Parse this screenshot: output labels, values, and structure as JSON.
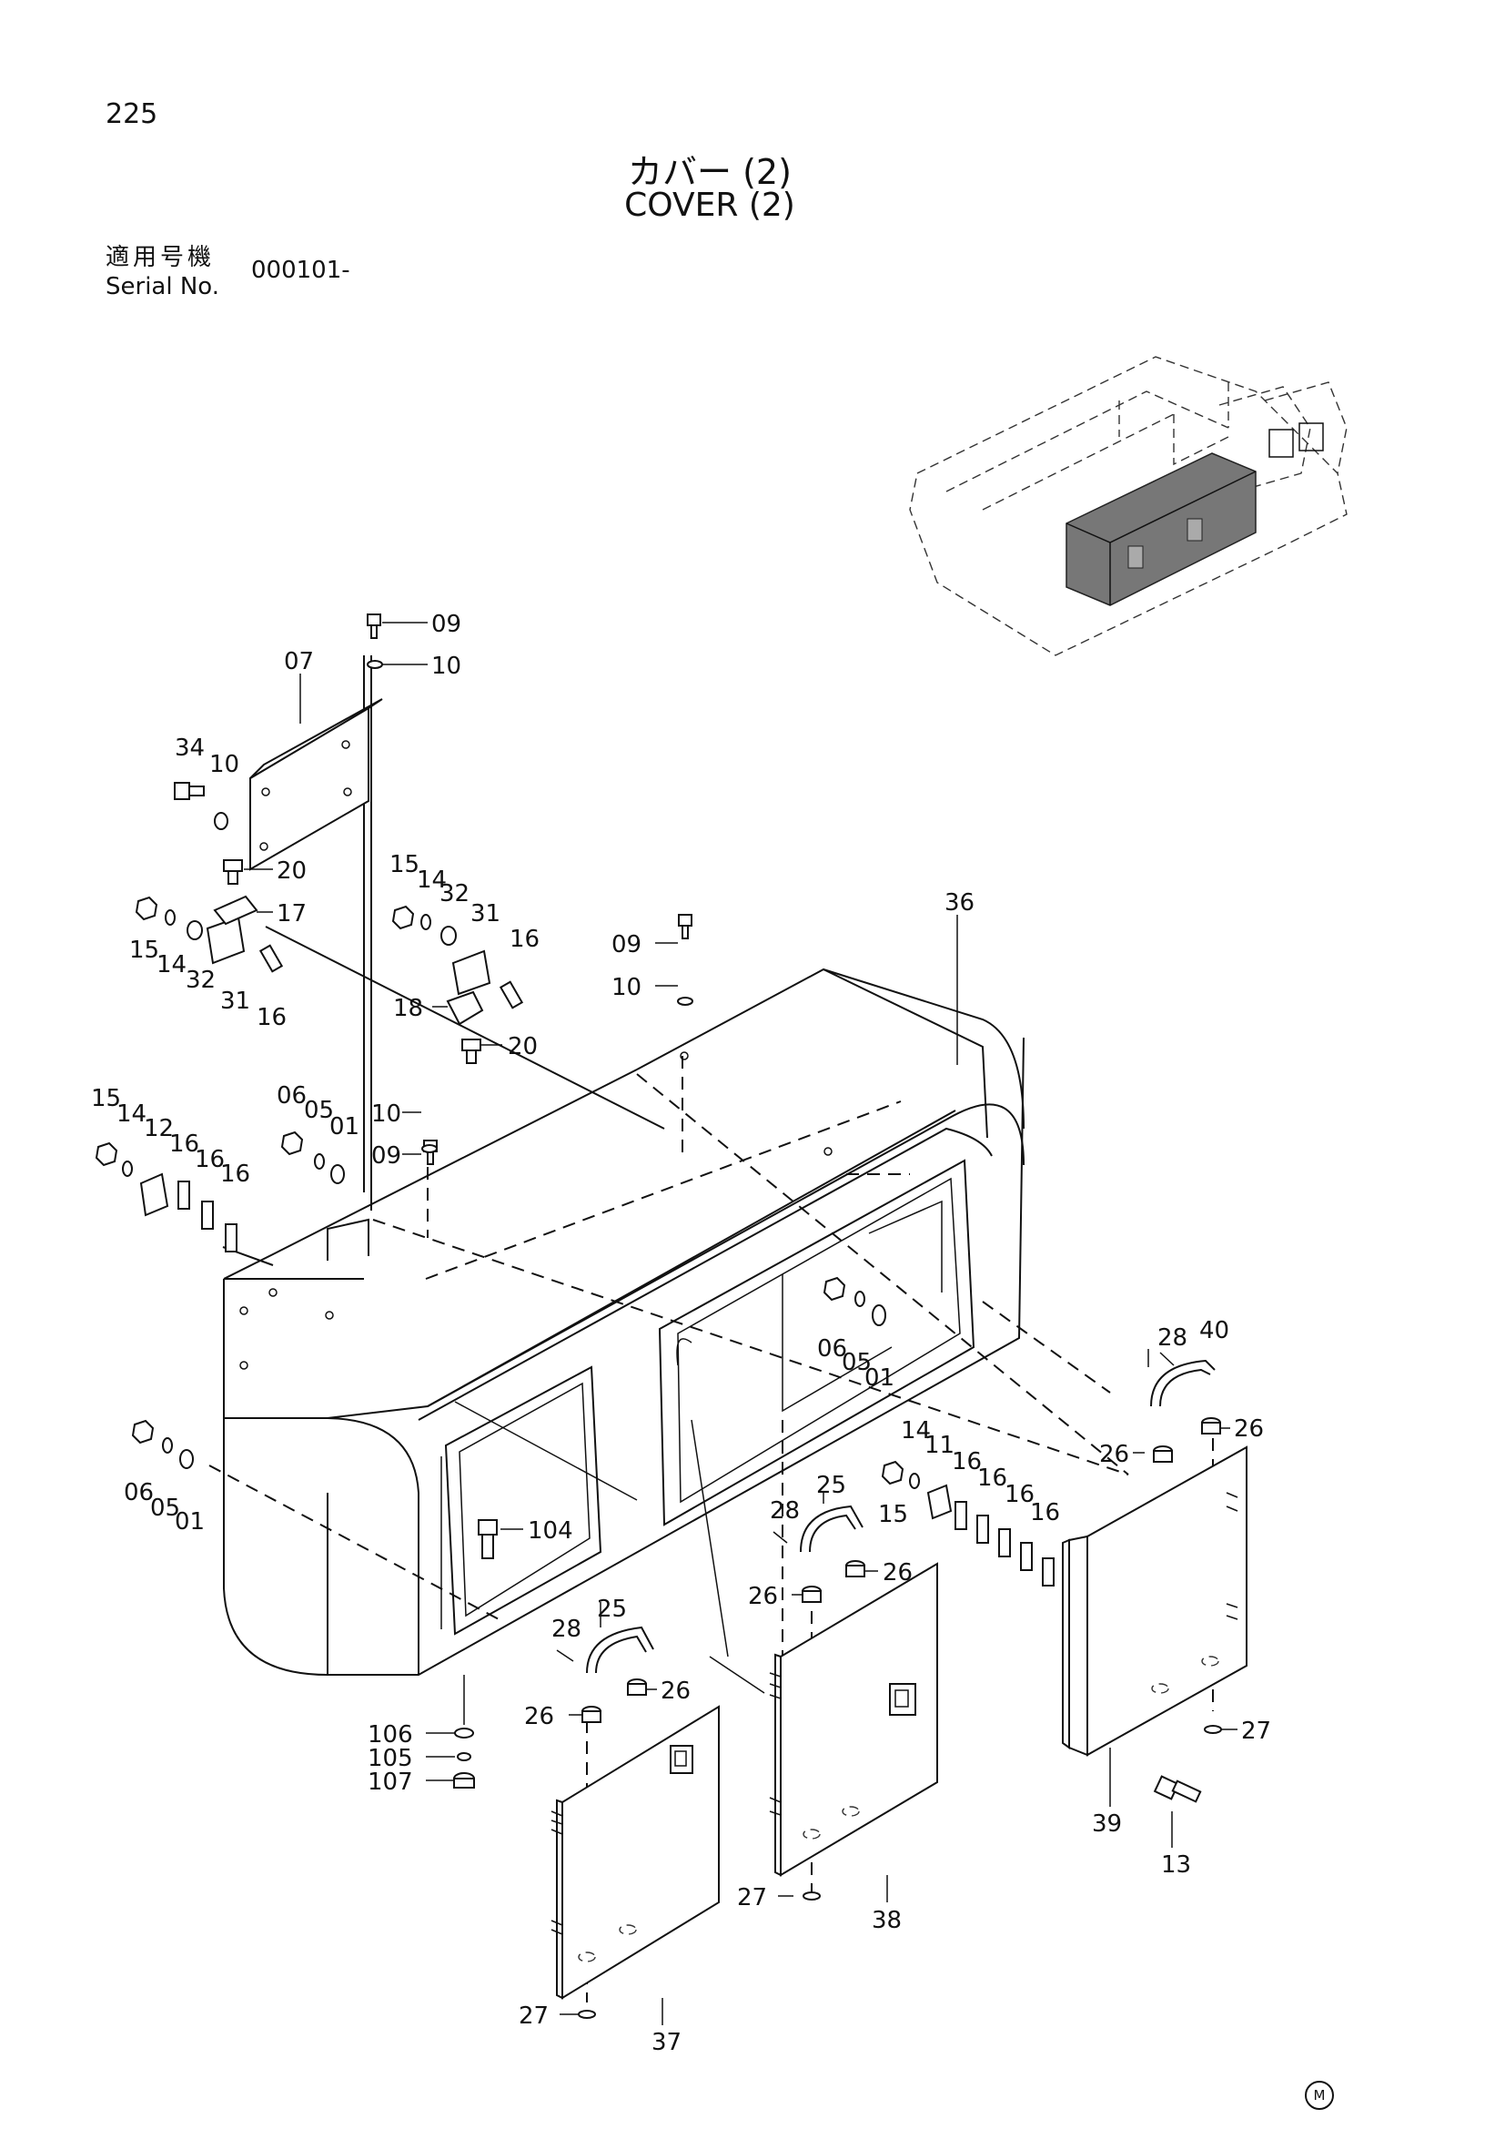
{
  "page_number": "225",
  "title_jp": "カバー (2)",
  "title_en": "COVER (2)",
  "serial_label_jp": "適用号機",
  "serial_label_en": "Serial No.",
  "serial_value": "000101-",
  "corner_mark": "M",
  "callouts": {
    "c09a": "09",
    "c10a": "10",
    "c07": "07",
    "c34": "34",
    "c10b": "10",
    "c20a": "20",
    "c17": "17",
    "c15a": "15",
    "c14a": "14",
    "c32a": "32",
    "c31a": "31",
    "c16a": "16",
    "c15b": "15",
    "c14b": "14",
    "c32b": "32",
    "c31b": "31",
    "c16b": "16",
    "c18": "18",
    "c20b": "20",
    "c09b": "09",
    "c10c": "10",
    "c36": "36",
    "c15c": "15",
    "c14c": "14",
    "c12": "12",
    "c16c": "16",
    "c16d": "16",
    "c16e": "16",
    "c06a": "06",
    "c05a": "05",
    "c01a": "01",
    "c09c": "09",
    "c10d": "10",
    "c06b": "06",
    "c05b": "05",
    "c01b": "01",
    "c06c": "06",
    "c05c": "05",
    "c01c": "01",
    "c104": "104",
    "c28a": "28",
    "c40": "40",
    "c26a": "26",
    "c26b": "26",
    "c14d": "14",
    "c11": "11",
    "c15d": "15",
    "c16f": "16",
    "c16g": "16",
    "c16h": "16",
    "c16i": "16",
    "c28b": "28",
    "c25a": "25",
    "c26c": "26",
    "c26d": "26",
    "c28c": "28",
    "c25b": "25",
    "c26e": "26",
    "c26f": "26",
    "c106": "106",
    "c105": "105",
    "c107": "107",
    "c27a": "27",
    "c38": "38",
    "c27b": "27",
    "c39": "39",
    "c13": "13",
    "c27c": "27",
    "c37": "37"
  }
}
